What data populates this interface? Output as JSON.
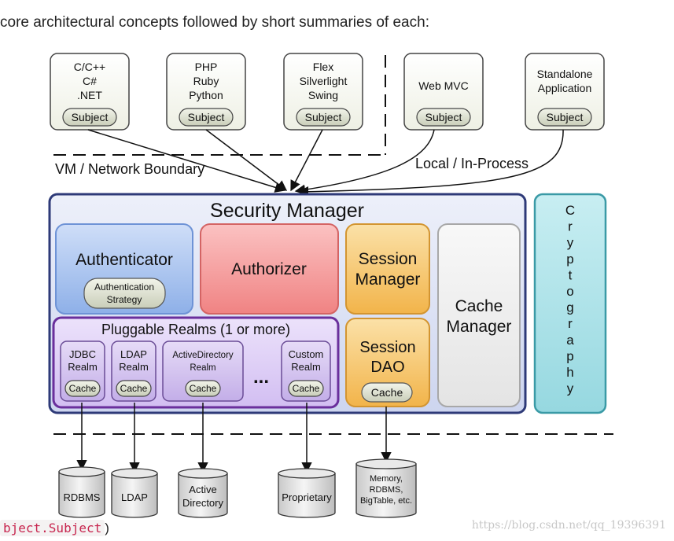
{
  "intro_text": "core architectural concepts followed by short summaries of each:",
  "subjects": [
    {
      "lines": [
        "C/C++",
        "C#",
        ".NET"
      ],
      "badge": "Subject"
    },
    {
      "lines": [
        "PHP",
        "Ruby",
        "Python"
      ],
      "badge": "Subject"
    },
    {
      "lines": [
        "Flex",
        "Silverlight",
        "Swing"
      ],
      "badge": "Subject"
    },
    {
      "lines": [
        "Web MVC"
      ],
      "badge": "Subject"
    },
    {
      "lines": [
        "Standalone",
        "Application"
      ],
      "badge": "Subject"
    }
  ],
  "vm_boundary_label": "VM / Network Boundary",
  "local_label": "Local / In-Process",
  "security_manager": {
    "title": "Security Manager",
    "authenticator": "Authenticator",
    "auth_strategy": [
      "Authentication",
      "Strategy"
    ],
    "authorizer": "Authorizer",
    "session_manager": [
      "Session",
      "Manager"
    ],
    "cache_manager": [
      "Cache",
      "Manager"
    ],
    "realms_title": "Pluggable Realms (1 or more)",
    "realms": [
      {
        "lines": [
          "JDBC",
          "Realm"
        ],
        "cache": "Cache"
      },
      {
        "lines": [
          "LDAP",
          "Realm"
        ],
        "cache": "Cache"
      },
      {
        "lines": [
          "ActiveDirectory",
          "Realm"
        ],
        "cache": "Cache"
      },
      {
        "lines": [
          "Custom",
          "Realm"
        ],
        "cache": "Cache"
      }
    ],
    "ellipsis": "...",
    "session_dao": [
      "Session",
      "DAO"
    ],
    "session_dao_cache": "Cache"
  },
  "cryptography": [
    "C",
    "r",
    "y",
    "p",
    "t",
    "o",
    "g",
    "r",
    "a",
    "p",
    "h",
    "y"
  ],
  "datastores": [
    {
      "lines": [
        "RDBMS"
      ]
    },
    {
      "lines": [
        "LDAP"
      ]
    },
    {
      "lines": [
        "Active",
        "Directory"
      ]
    },
    {
      "lines": [
        "Proprietary"
      ]
    },
    {
      "lines": [
        "Memory,",
        "RDBMS,",
        "BigTable, etc."
      ]
    }
  ],
  "code_line": {
    "code": "bject.Subject",
    "suffix": ")"
  },
  "watermark": "https://blog.csdn.net/qq_19396391",
  "colors": {
    "security_manager_fill": "#dde3f5",
    "security_manager_stroke": "#2e3a78",
    "authenticator": "#a9c3ef",
    "authorizer": "#f59a9a",
    "session": "#f6c46a",
    "cache_manager": "#eeeeee",
    "realms": "#dccbf4",
    "cryptography": "#aee3ea"
  }
}
